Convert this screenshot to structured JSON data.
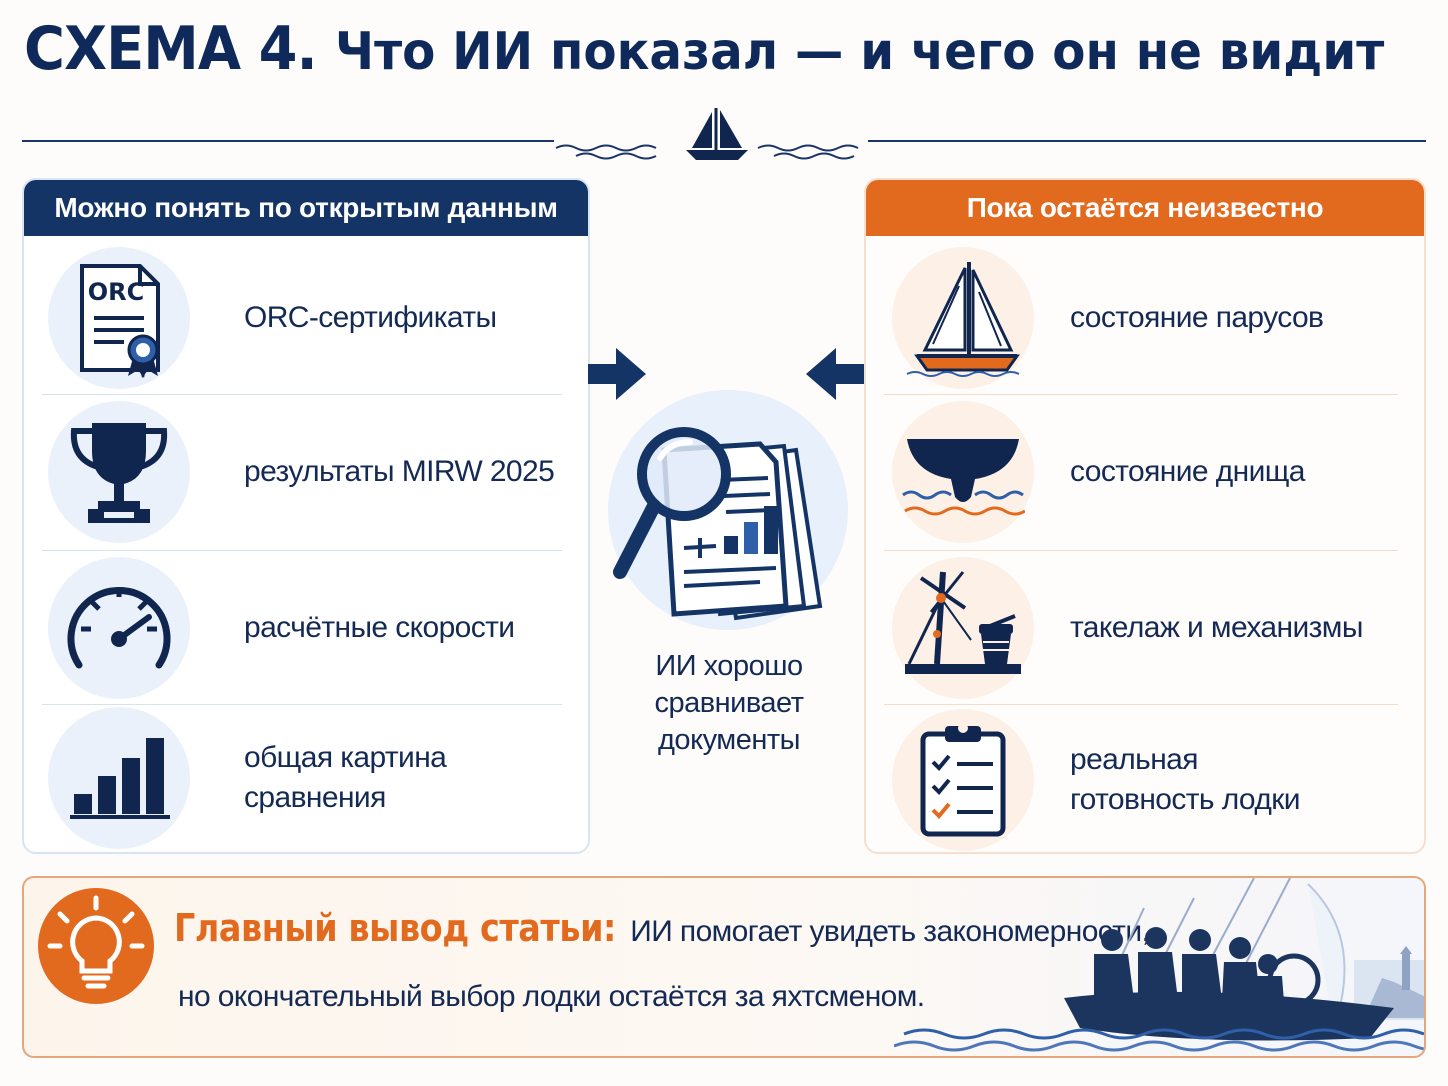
{
  "header": {
    "prefix": "СХЕМА 4.",
    "title": "Что ИИ показал — и чего он не видит"
  },
  "known": {
    "title": "Можно понять по открытым данным",
    "items": [
      {
        "label": "ORC-сертификаты",
        "icon": "certificate-icon",
        "icon_text": "ORC"
      },
      {
        "label": "результаты MIRW 2025",
        "icon": "trophy-icon"
      },
      {
        "label": "расчётные скорости",
        "icon": "speedometer-icon"
      },
      {
        "label": "общая картина сравнения",
        "icon": "bar-chart-icon"
      }
    ]
  },
  "unknown": {
    "title": "Пока остаётся неизвестно",
    "items": [
      {
        "label": "состояние парусов",
        "icon": "sailboat-icon"
      },
      {
        "label": "состояние днища",
        "icon": "hull-icon"
      },
      {
        "label": "такелаж и механизмы",
        "icon": "rigging-winch-icon"
      },
      {
        "label_line1": "реальная",
        "label_line2": "готовность лодки",
        "icon": "checklist-icon"
      }
    ]
  },
  "center": {
    "caption_line1": "ИИ хорошо",
    "caption_line2": "сравнивает",
    "caption_line3": "документы",
    "icon": "magnifier-documents-icon"
  },
  "conclusion": {
    "heading": "Главный вывод статьи:",
    "text_line1": "ИИ помогает увидеть закономерности,",
    "text_line2": "но окончательный выбор лодки остаётся за яхтсменом.",
    "icon": "lightbulb-icon"
  },
  "colors": {
    "navy": "#153466",
    "orange": "#e26a1f",
    "light_blue": "#eaf1fb",
    "light_orange": "#fdf0e6"
  }
}
